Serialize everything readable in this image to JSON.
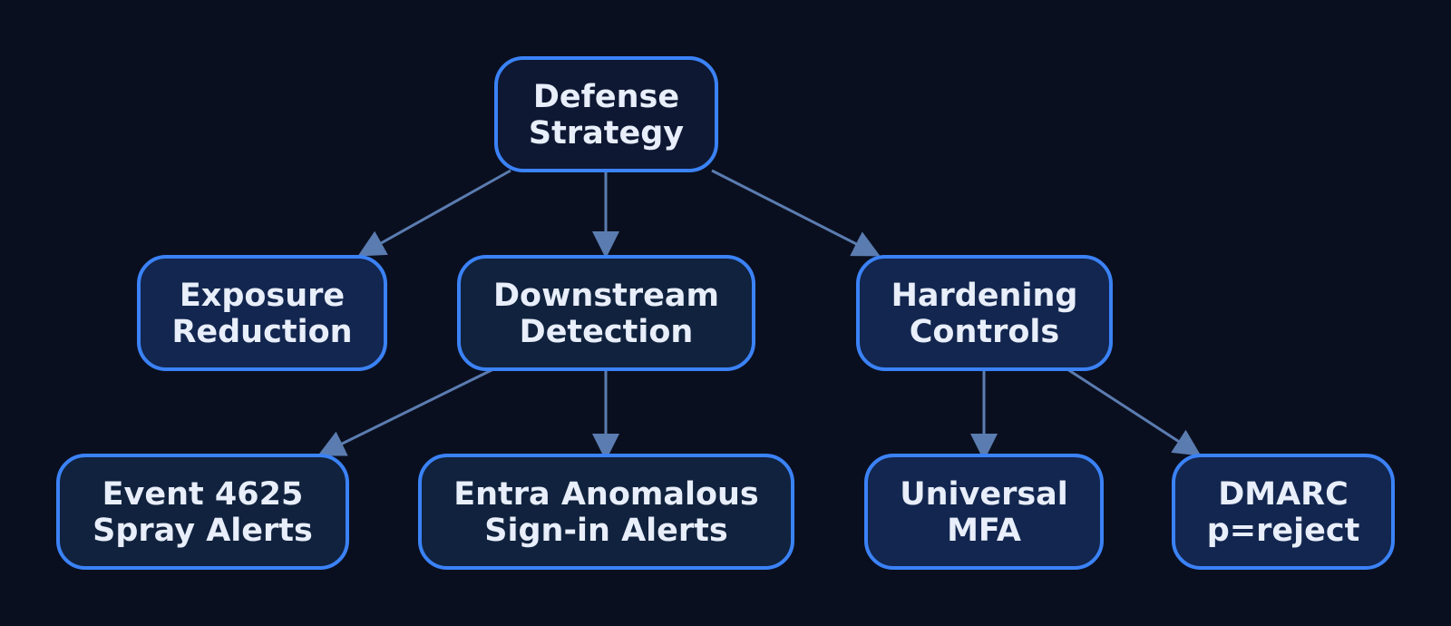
{
  "colors": {
    "background": "#0a0f1f",
    "node_border": "#3b82f6",
    "node_text": "#e8eefa",
    "edge": "#5b7cb0",
    "fill_root": "#0e1833",
    "fill_branch": "#12264f",
    "fill_detection": "#10223d"
  },
  "nodes": [
    {
      "id": "defense-strategy",
      "lines": [
        "Defense",
        "Strategy"
      ],
      "fill": "fill_root"
    },
    {
      "id": "exposure-reduction",
      "lines": [
        "Exposure",
        "Reduction"
      ],
      "fill": "fill_branch"
    },
    {
      "id": "downstream-detection",
      "lines": [
        "Downstream",
        "Detection"
      ],
      "fill": "fill_detection"
    },
    {
      "id": "hardening-controls",
      "lines": [
        "Hardening",
        "Controls"
      ],
      "fill": "fill_branch"
    },
    {
      "id": "event-4625-spray-alerts",
      "lines": [
        "Event 4625",
        "Spray Alerts"
      ],
      "fill": "fill_detection"
    },
    {
      "id": "entra-anomalous-sign-in-alerts",
      "lines": [
        "Entra Anomalous",
        "Sign-in Alerts"
      ],
      "fill": "fill_detection"
    },
    {
      "id": "universal-mfa",
      "lines": [
        "Universal",
        "MFA"
      ],
      "fill": "fill_branch"
    },
    {
      "id": "dmarc-p-reject",
      "lines": [
        "DMARC",
        "p=reject"
      ],
      "fill": "fill_branch"
    }
  ],
  "edges": [
    {
      "from": "defense-strategy",
      "to": "exposure-reduction"
    },
    {
      "from": "defense-strategy",
      "to": "downstream-detection"
    },
    {
      "from": "defense-strategy",
      "to": "hardening-controls"
    },
    {
      "from": "downstream-detection",
      "to": "event-4625-spray-alerts"
    },
    {
      "from": "downstream-detection",
      "to": "entra-anomalous-sign-in-alerts"
    },
    {
      "from": "hardening-controls",
      "to": "universal-mfa"
    },
    {
      "from": "hardening-controls",
      "to": "dmarc-p-reject"
    }
  ]
}
